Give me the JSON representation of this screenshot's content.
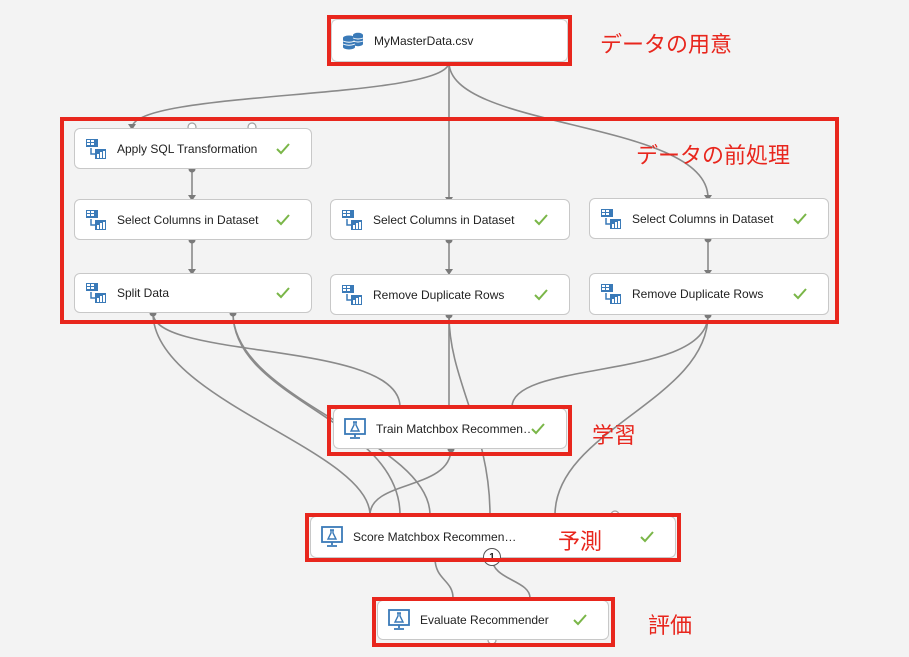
{
  "nodes": {
    "dataset": {
      "label": "MyMasterData.csv",
      "icon": "database-icon"
    },
    "apply_sql": {
      "label": "Apply SQL Transformation",
      "icon": "module-icon",
      "status": "check-icon"
    },
    "select_cols_1": {
      "label": "Select Columns in Dataset",
      "icon": "module-icon",
      "status": "check-icon"
    },
    "select_cols_2": {
      "label": "Select Columns in Dataset",
      "icon": "module-icon",
      "status": "check-icon"
    },
    "select_cols_3": {
      "label": "Select Columns in Dataset",
      "icon": "module-icon",
      "status": "check-icon"
    },
    "split_data": {
      "label": "Split Data",
      "icon": "module-icon",
      "status": "check-icon"
    },
    "remove_dup_1": {
      "label": "Remove Duplicate Rows",
      "icon": "module-icon",
      "status": "check-icon"
    },
    "remove_dup_2": {
      "label": "Remove Duplicate Rows",
      "icon": "module-icon",
      "status": "check-icon"
    },
    "train": {
      "label": "Train Matchbox Recommen…",
      "icon": "flask-monitor-icon",
      "status": "check-icon"
    },
    "score": {
      "label": "Score Matchbox Recommen…",
      "icon": "flask-monitor-icon",
      "status": "check-icon",
      "port_badge": "1"
    },
    "evaluate": {
      "label": "Evaluate Recommender",
      "icon": "flask-monitor-icon",
      "status": "check-icon"
    }
  },
  "annotations": {
    "data_prep": "データの用意",
    "preprocess": "データの前処理",
    "training": "学習",
    "prediction": "予測",
    "evaluation": "評価"
  },
  "colors": {
    "highlight": "#e8261d",
    "check": "#7ab648",
    "icon": "#3a7ab8",
    "wire": "#8a8a8a",
    "canvas": "#f3f3f3"
  }
}
